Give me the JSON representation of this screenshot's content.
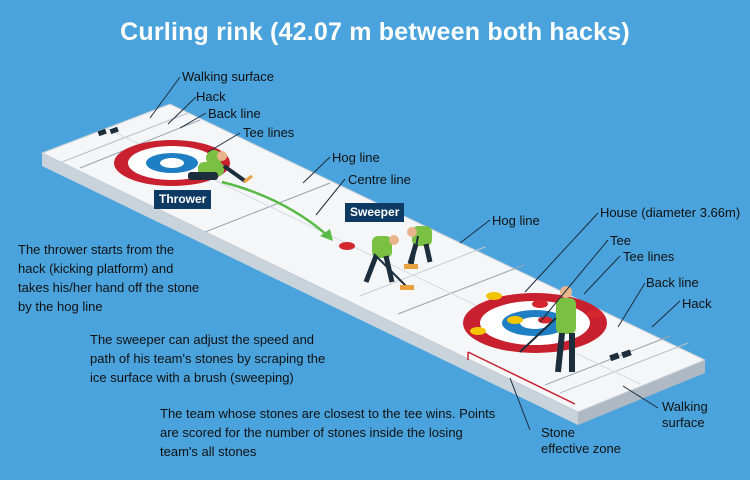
{
  "title": "Curling rink (42.07 m between both hacks)",
  "labels": {
    "walking_surface_top": "Walking surface",
    "hack_left": "Hack",
    "back_line_left": "Back line",
    "tee_lines_left": "Tee lines",
    "hog_line_left": "Hog line",
    "centre_line": "Centre line",
    "hog_line_right": "Hog line",
    "house": "House (diameter 3.66m)",
    "tee": "Tee",
    "tee_lines_right": "Tee lines",
    "back_line_right": "Back line",
    "hack_right": "Hack",
    "walking_surface_bottom_1": "Walking",
    "walking_surface_bottom_2": "surface",
    "stone_zone_1": "Stone",
    "stone_zone_2": "effective zone",
    "thrower": "Thrower",
    "sweeper": "Sweeper"
  },
  "descriptions": {
    "thrower": "The thrower starts from the hack (kicking platform) and takes his/her hand off the stone by the hog line",
    "sweeper": "The sweeper can adjust the speed and path of his team's stones by scraping the ice surface with a brush (sweeping)",
    "scoring": "The team whose stones are closest to the tee wins. Points are scored for the number of stones inside the losing team's all stones"
  },
  "colors": {
    "background": "#4aa3dc",
    "ice": "#f4f6f8",
    "house_red": "#c8202e",
    "house_blue": "#1f7fc4",
    "team_shirt": "#7ac043",
    "stone_red": "#d4262e",
    "stone_yellow": "#f2c500",
    "label_box": "#0d3a63"
  }
}
